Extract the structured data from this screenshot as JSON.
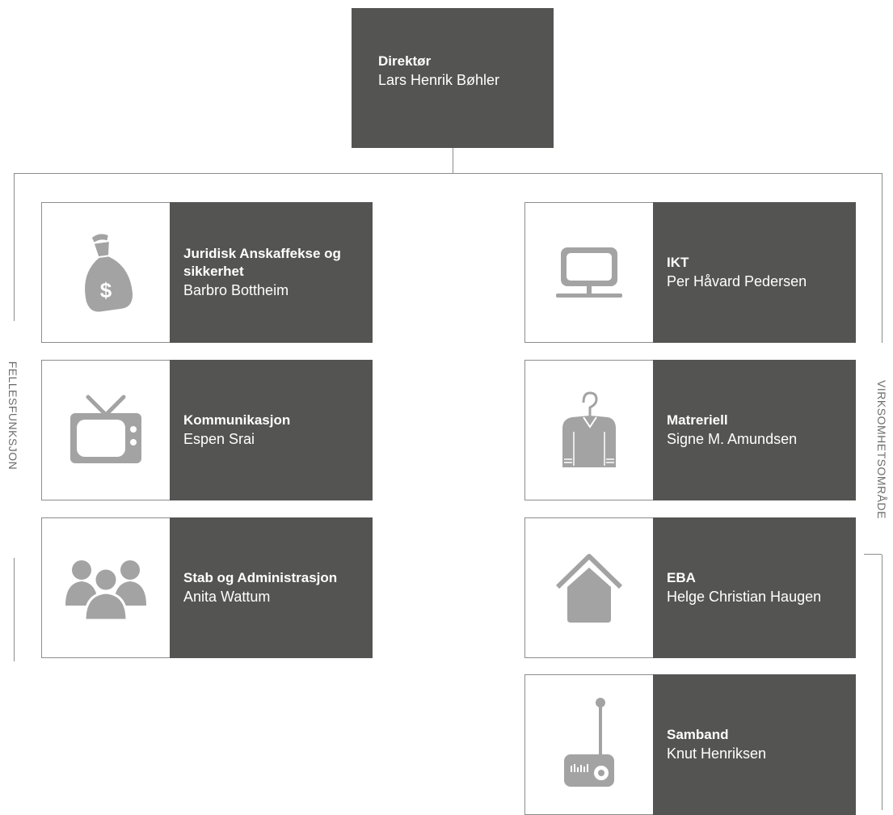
{
  "director": {
    "title": "Direktør",
    "name": "Lars Henrik Bøhler"
  },
  "side_labels": {
    "left": "FELLESFUNKSJON",
    "right": "VIRKSOMHETSOMRÅDE"
  },
  "left_units": [
    {
      "title": "Juridisk Anskaffekse og sikkerhet",
      "name": "Barbro Bottheim",
      "icon": "money-bag-icon"
    },
    {
      "title": "Kommunikasjon",
      "name": "Espen Srai",
      "icon": "tv-icon"
    },
    {
      "title": "Stab og Administrasjon",
      "name": "Anita Wattum",
      "icon": "people-icon"
    }
  ],
  "right_units": [
    {
      "title": "IKT",
      "name": "Per Håvard Pedersen",
      "icon": "computer-icon"
    },
    {
      "title": "Matreriell",
      "name": "Signe M. Amundsen",
      "icon": "jacket-icon"
    },
    {
      "title": "EBA",
      "name": "Helge Christian Haugen",
      "icon": "house-icon"
    },
    {
      "title": "Samband",
      "name": "Knut Henriksen",
      "icon": "radio-icon"
    }
  ],
  "colors": {
    "box": "#545452",
    "icon": "#a3a3a3",
    "line": "#8c8c8c"
  }
}
